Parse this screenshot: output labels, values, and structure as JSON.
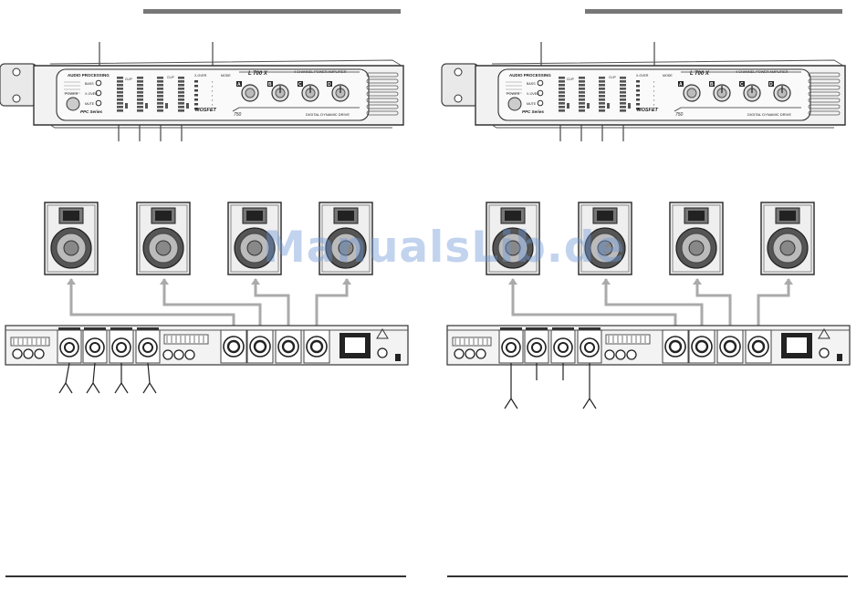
{
  "watermark": "ManualsLib.de",
  "panels": [
    {
      "id": "left",
      "amp": {
        "section_title": "AUDIO PROCESSING",
        "model": "L 700 X",
        "subtitle": "4 CHANNEL POWER AMPLIFIER",
        "drive": "DIGITAL DYNAMIC DRIVE",
        "mosfet": "MOSFET",
        "ppc": "PPC Series",
        "power": "POWER",
        "mode": "MODE",
        "led_labels": [
          "BASS",
          "X-OVER",
          "MUTE"
        ],
        "channel_letters": [
          "A",
          "B",
          "C",
          "D"
        ],
        "clip": "CLIP",
        "xover": "X-OVER"
      },
      "bottom_inputs": 4,
      "speakers": 4
    },
    {
      "id": "right",
      "amp": {
        "section_title": "AUDIO PROCESSING",
        "model": "L 700 X",
        "subtitle": "4 CHANNEL POWER AMPLIFIER",
        "drive": "DIGITAL DYNAMIC DRIVE",
        "mosfet": "MOSFET",
        "ppc": "PPC Series",
        "power": "POWER",
        "mode": "MODE",
        "led_labels": [
          "BASS",
          "X-OVER",
          "MUTE"
        ],
        "channel_letters": [
          "A",
          "B",
          "C",
          "D"
        ],
        "clip": "CLIP",
        "xover": "X-OVER"
      },
      "bottom_inputs": 2,
      "speakers": 4
    }
  ]
}
